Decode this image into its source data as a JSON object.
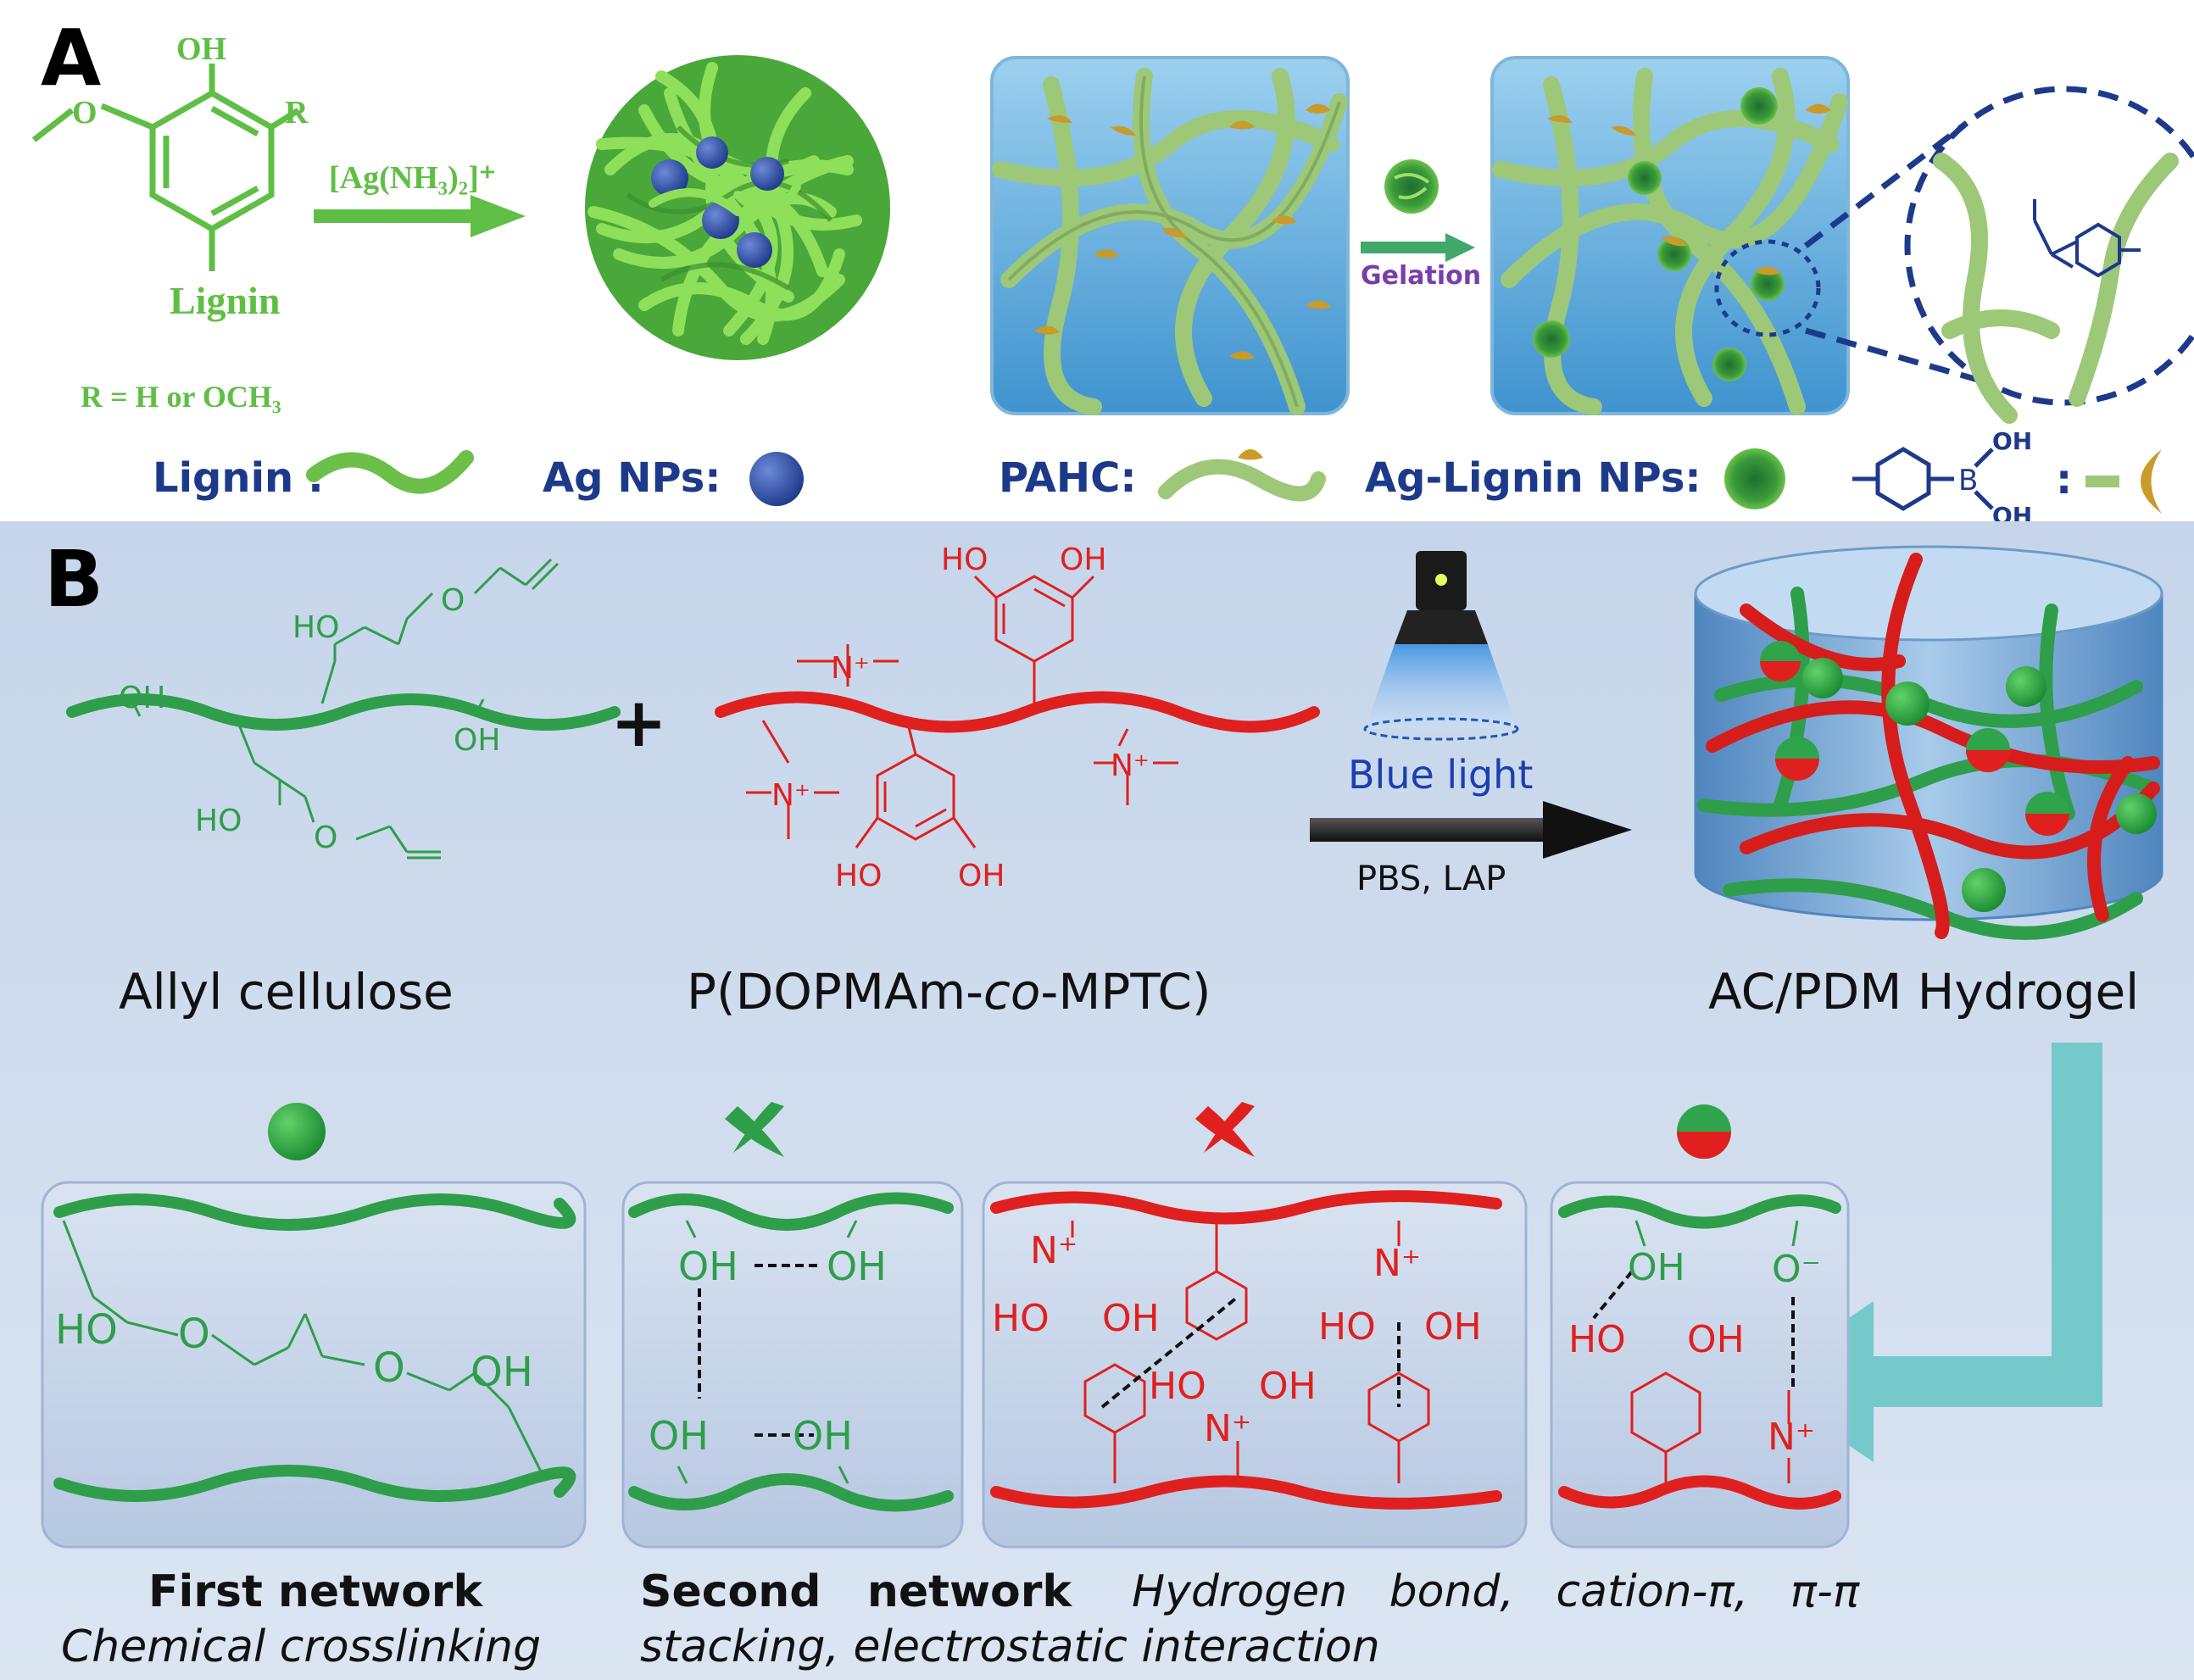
{
  "panel_a": {
    "label": "A",
    "lignin_structure": {
      "oh": "OH",
      "o": "O",
      "r": "R",
      "name": "Lignin",
      "r_def": "R = H or OCH₃"
    },
    "reagent": "[Ag(NH₃)₂]⁺",
    "gelation": "Gelation",
    "legend": {
      "lignin": "Lignin :",
      "ag_nps": "Ag NPs:",
      "pahc": "PAHC:",
      "ag_lignin_nps": "Ag-Lignin NPs:",
      "boronic_oh_top": "OH",
      "boronic_b": "B",
      "boronic_oh_bottom": "OH",
      "boronic_colon": ":"
    }
  },
  "panel_b": {
    "label": "B",
    "plus": "+",
    "allyl": {
      "oh": "OH",
      "ho": "HO",
      "name": "Allyl cellulose"
    },
    "copolymer": {
      "ho": "HO",
      "oh": "OH",
      "n_plus": "N⁺",
      "name_prefix": "P(DOPMAm-",
      "name_italic": "co",
      "name_suffix": "-MPTC)"
    },
    "condition_top": "Blue light",
    "condition_bottom": "PBS, LAP",
    "hydrogel_name": "AC/PDM Hydrogel",
    "boxes": {
      "first": {
        "ho": "HO",
        "o": "O",
        "oh": "OH"
      },
      "second": {
        "oh": "OH"
      },
      "third": {
        "ho": "HO",
        "oh": "OH",
        "n": "N⁺"
      },
      "fourth": {
        "oh": "OH",
        "ho": "HO",
        "o_minus": "O⁻",
        "n": "N⁺"
      }
    },
    "captions": {
      "first_bold": "First network",
      "first_italic": "Chemical crosslinking",
      "second_bold": "Second   network",
      "second_italic_1": "Hydrogen   bond,   cation-π,   π-π",
      "second_italic_2": "stacking, electrostatic interaction"
    }
  },
  "colors": {
    "green": "#2e9e4a",
    "lignin_green": "#6cc04a",
    "red": "#e0201e",
    "navy": "#1d3a8a",
    "panel_b_bg": "#cfdcee",
    "teal_arrow": "#5fbcbc"
  }
}
